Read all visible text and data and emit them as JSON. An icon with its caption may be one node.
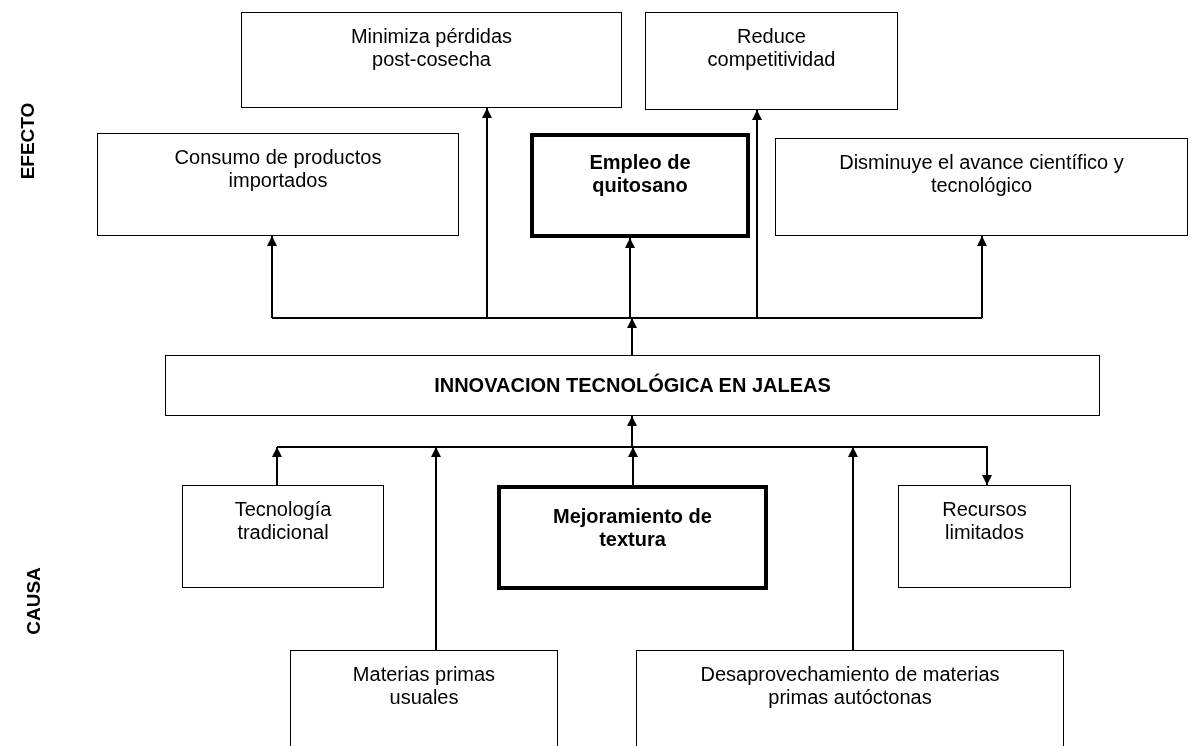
{
  "diagram": {
    "nodes": [
      {
        "text": [
          "Minimiza pérdidas post-cosecha"
        ]
      },
      {
        "text": [
          "Reduce competitividad"
        ]
      },
      {
        "text": [
          "Consumo de productos importados"
        ]
      },
      {
        "text": [
          "Empleo de quitosano"
        ]
      },
      {
        "text": [
          "Disminuye el avance científico y tecnológico"
        ]
      },
      {
        "text": [
          "INNOVACION TECNOLÓGICA EN JALEAS"
        ]
      },
      {
        "text": [
          "Tecnología tradicional"
        ]
      },
      {
        "text": [
          "Mejoramiento de textura"
        ]
      },
      {
        "text": [
          "Recursos limitados"
        ]
      },
      {
        "text": [
          "Materias primas usuales"
        ]
      },
      {
        "text": [
          "Desaprovechamiento de materias primas autóctonas"
        ]
      }
    ],
    "edges": [
      {
        "from": 5,
        "to": 2,
        "arrow": "to"
      },
      {
        "from": 5,
        "to": 0,
        "arrow": "to"
      },
      {
        "from": 5,
        "to": 3,
        "arrow": "to"
      },
      {
        "from": 5,
        "to": 1,
        "arrow": "to"
      },
      {
        "from": 5,
        "to": 4,
        "arrow": "to"
      },
      {
        "from": 6,
        "to": 5,
        "arrow": "to"
      },
      {
        "from": 9,
        "to": 5,
        "arrow": "to"
      },
      {
        "from": 7,
        "to": 5,
        "arrow": "to"
      },
      {
        "from": 10,
        "to": 5,
        "arrow": "to"
      },
      {
        "from": 5,
        "to": 8,
        "arrow": "to"
      }
    ],
    "labels": [
      "EFECTO",
      "CAUSA"
    ]
  }
}
